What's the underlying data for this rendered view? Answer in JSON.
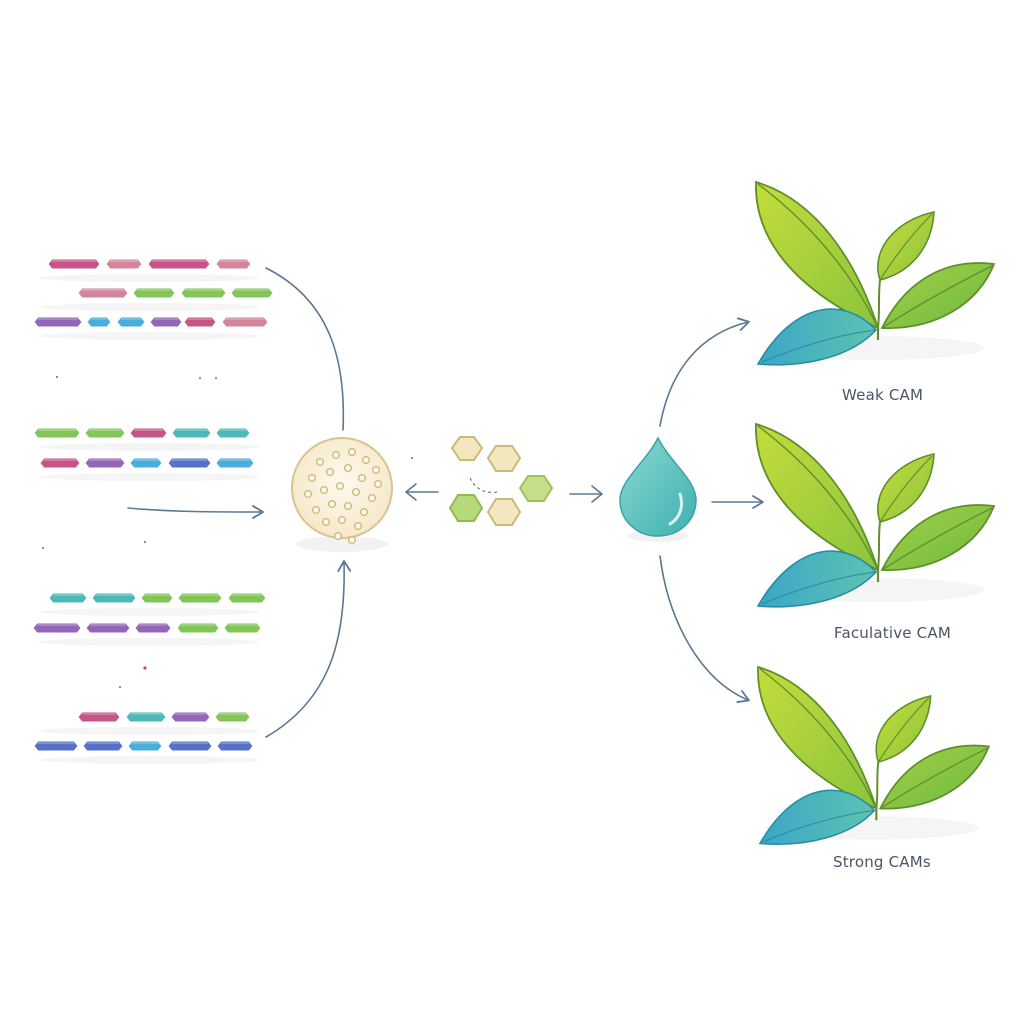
{
  "labels": {
    "weak": "Weak CAM",
    "facultative": "Faculative CAM",
    "strong": "Strong CAMs"
  },
  "colors": {
    "arrow": "#5b7893",
    "magenta": "#c2467c",
    "pink": "#cf7c93",
    "green": "#79c24a",
    "teal": "#3db3b3",
    "purple": "#8a5ab3",
    "blue": "#4a66c4",
    "cyan": "#3aa8d8",
    "cell_fill": "#fbf2dc",
    "cell_stroke": "#d9c48f",
    "hex_cream": "#f3e7bf",
    "hex_green": "#b6d97a",
    "drop": "#5cc2bd",
    "leaf_yellowgreen": "#a9cf3c",
    "leaf_green": "#7fc23e",
    "leaf_teal": "#2fa6c2"
  }
}
